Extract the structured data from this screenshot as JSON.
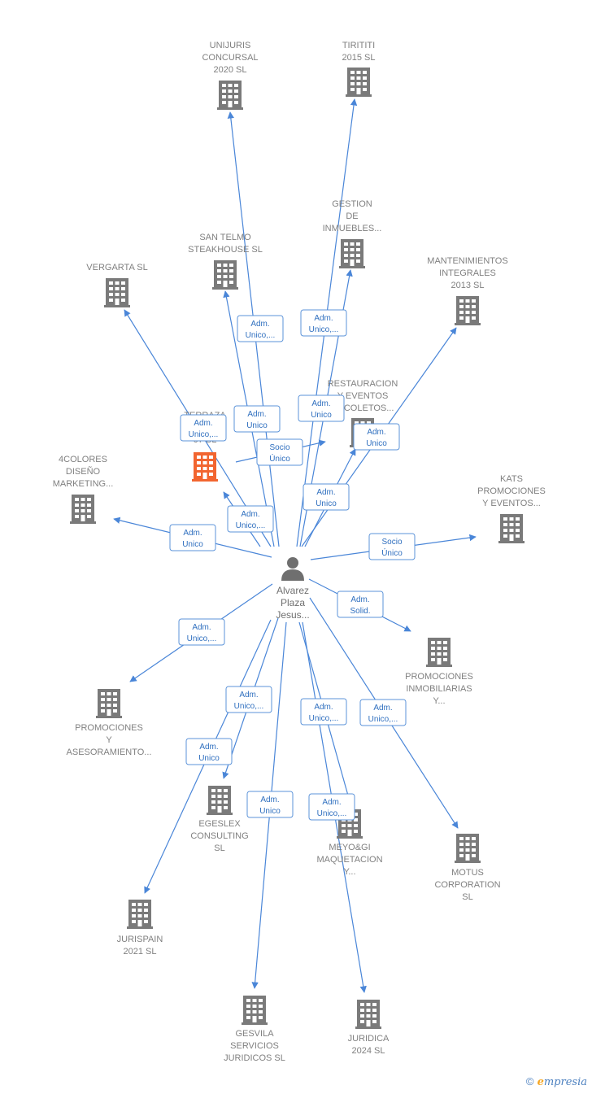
{
  "colors": {
    "edge": "#4a86d8",
    "node": "#7a7a7a",
    "node_highlight": "#f26530",
    "label_border": "#5b93d9",
    "label_text": "#2f6fbf"
  },
  "person": {
    "name_lines": [
      "Alvarez",
      "Plaza",
      "Jesus..."
    ],
    "icon": "person-icon"
  },
  "companies": [
    {
      "id": "unijuris",
      "lines": [
        "UNIJURIS",
        "CONCURSAL",
        "2020  SL"
      ],
      "icon": "building-icon",
      "highlight": false
    },
    {
      "id": "tiritiTi",
      "lines": [
        "TIRITITI",
        "2015  SL"
      ],
      "icon": "building-icon",
      "highlight": false
    },
    {
      "id": "gestion",
      "lines": [
        "GESTION",
        "DE",
        "INMUEBLES..."
      ],
      "icon": "building-icon",
      "highlight": false
    },
    {
      "id": "santelmo",
      "lines": [
        "SAN TELMO",
        "STEAKHOUSE SL"
      ],
      "icon": "building-icon",
      "highlight": false
    },
    {
      "id": "vergarta",
      "lines": [
        "VERGARTA  SL"
      ],
      "icon": "building-icon",
      "highlight": false
    },
    {
      "id": "mantenimientos",
      "lines": [
        "MANTENIMIENTOS",
        "INTEGRALES",
        "2013 SL"
      ],
      "icon": "building-icon",
      "highlight": false
    },
    {
      "id": "restauracion",
      "lines": [
        "RESTAURACION",
        "Y EVENTOS",
        "RECOLETOS..."
      ],
      "icon": "building-icon",
      "highlight": false
    },
    {
      "id": "terrazas",
      "lines": [
        "TERRAZA",
        "RE...OS",
        "07 SL"
      ],
      "icon": "building-icon",
      "highlight": true
    },
    {
      "id": "4colores",
      "lines": [
        "4COLORES",
        "DISEÑO",
        "MARKETING..."
      ],
      "icon": "building-icon",
      "highlight": false
    },
    {
      "id": "kats",
      "lines": [
        "KATS",
        "PROMOCIONES",
        "Y EVENTOS..."
      ],
      "icon": "building-icon",
      "highlight": false
    },
    {
      "id": "promoinmob",
      "lines": [
        "PROMOCIONES",
        "INMOBILIARIAS",
        "Y..."
      ],
      "icon": "building-icon",
      "highlight": false
    },
    {
      "id": "promoases",
      "lines": [
        "PROMOCIONES",
        "Y",
        "ASESORAMIENTO..."
      ],
      "icon": "building-icon",
      "highlight": false
    },
    {
      "id": "egeslex",
      "lines": [
        "EGESLEX",
        "CONSULTING",
        "SL"
      ],
      "icon": "building-icon",
      "highlight": false
    },
    {
      "id": "meyo",
      "lines": [
        "MEYO&GI",
        "MAQUETACION",
        "Y..."
      ],
      "icon": "building-icon",
      "highlight": false
    },
    {
      "id": "motus",
      "lines": [
        "MOTUS",
        "CORPORATION",
        "SL"
      ],
      "icon": "building-icon",
      "highlight": false
    },
    {
      "id": "jurispain",
      "lines": [
        "JURISPAIN",
        "2021  SL"
      ],
      "icon": "building-icon",
      "highlight": false
    },
    {
      "id": "gesvila",
      "lines": [
        "GESVILA",
        "SERVICIOS",
        "JURIDICOS SL"
      ],
      "icon": "building-icon",
      "highlight": false
    },
    {
      "id": "juridica",
      "lines": [
        "JURIDICA",
        "2024  SL"
      ],
      "icon": "building-icon",
      "highlight": false
    }
  ],
  "relations": [
    {
      "target": "unijuris",
      "lines": [
        "Adm.",
        "Unico,..."
      ]
    },
    {
      "target": "tiritiTi",
      "lines": [
        "Adm.",
        "Unico,..."
      ]
    },
    {
      "target": "gestion",
      "lines": [
        "Adm.",
        "Unico"
      ]
    },
    {
      "target": "santelmo",
      "lines": [
        "Adm.",
        "Unico"
      ]
    },
    {
      "target": "vergarta",
      "lines": [
        "Adm.",
        "Unico,..."
      ]
    },
    {
      "target": "mantenimientos",
      "lines": [
        "Adm.",
        "Unico"
      ]
    },
    {
      "target": "restauracion",
      "lines": [
        "Adm.",
        "Unico"
      ]
    },
    {
      "target": "terrazas",
      "lines": [
        "Socio",
        "Único"
      ]
    },
    {
      "target": "terrazas2",
      "lines": [
        "Adm.",
        "Unico,..."
      ]
    },
    {
      "target": "4colores",
      "lines": [
        "Adm.",
        "Unico"
      ]
    },
    {
      "target": "kats",
      "lines": [
        "Socio",
        "Único"
      ]
    },
    {
      "target": "promoinmob",
      "lines": [
        "Adm.",
        "Solid."
      ]
    },
    {
      "target": "promoases",
      "lines": [
        "Adm.",
        "Unico,..."
      ]
    },
    {
      "target": "egeslex",
      "lines": [
        "Adm.",
        "Unico,..."
      ]
    },
    {
      "target": "jurispain",
      "lines": [
        "Adm.",
        "Unico"
      ]
    },
    {
      "target": "gesvila",
      "lines": [
        "Adm.",
        "Unico"
      ]
    },
    {
      "target": "meyo",
      "lines": [
        "Adm.",
        "Unico,..."
      ]
    },
    {
      "target": "meyo2",
      "lines": [
        "Adm.",
        "Unico,..."
      ]
    },
    {
      "target": "motus",
      "lines": [
        "Adm.",
        "Unico,..."
      ]
    }
  ],
  "copyright": {
    "symbol": "©",
    "brand_e": "e",
    "brand_rest": "mpresia"
  }
}
